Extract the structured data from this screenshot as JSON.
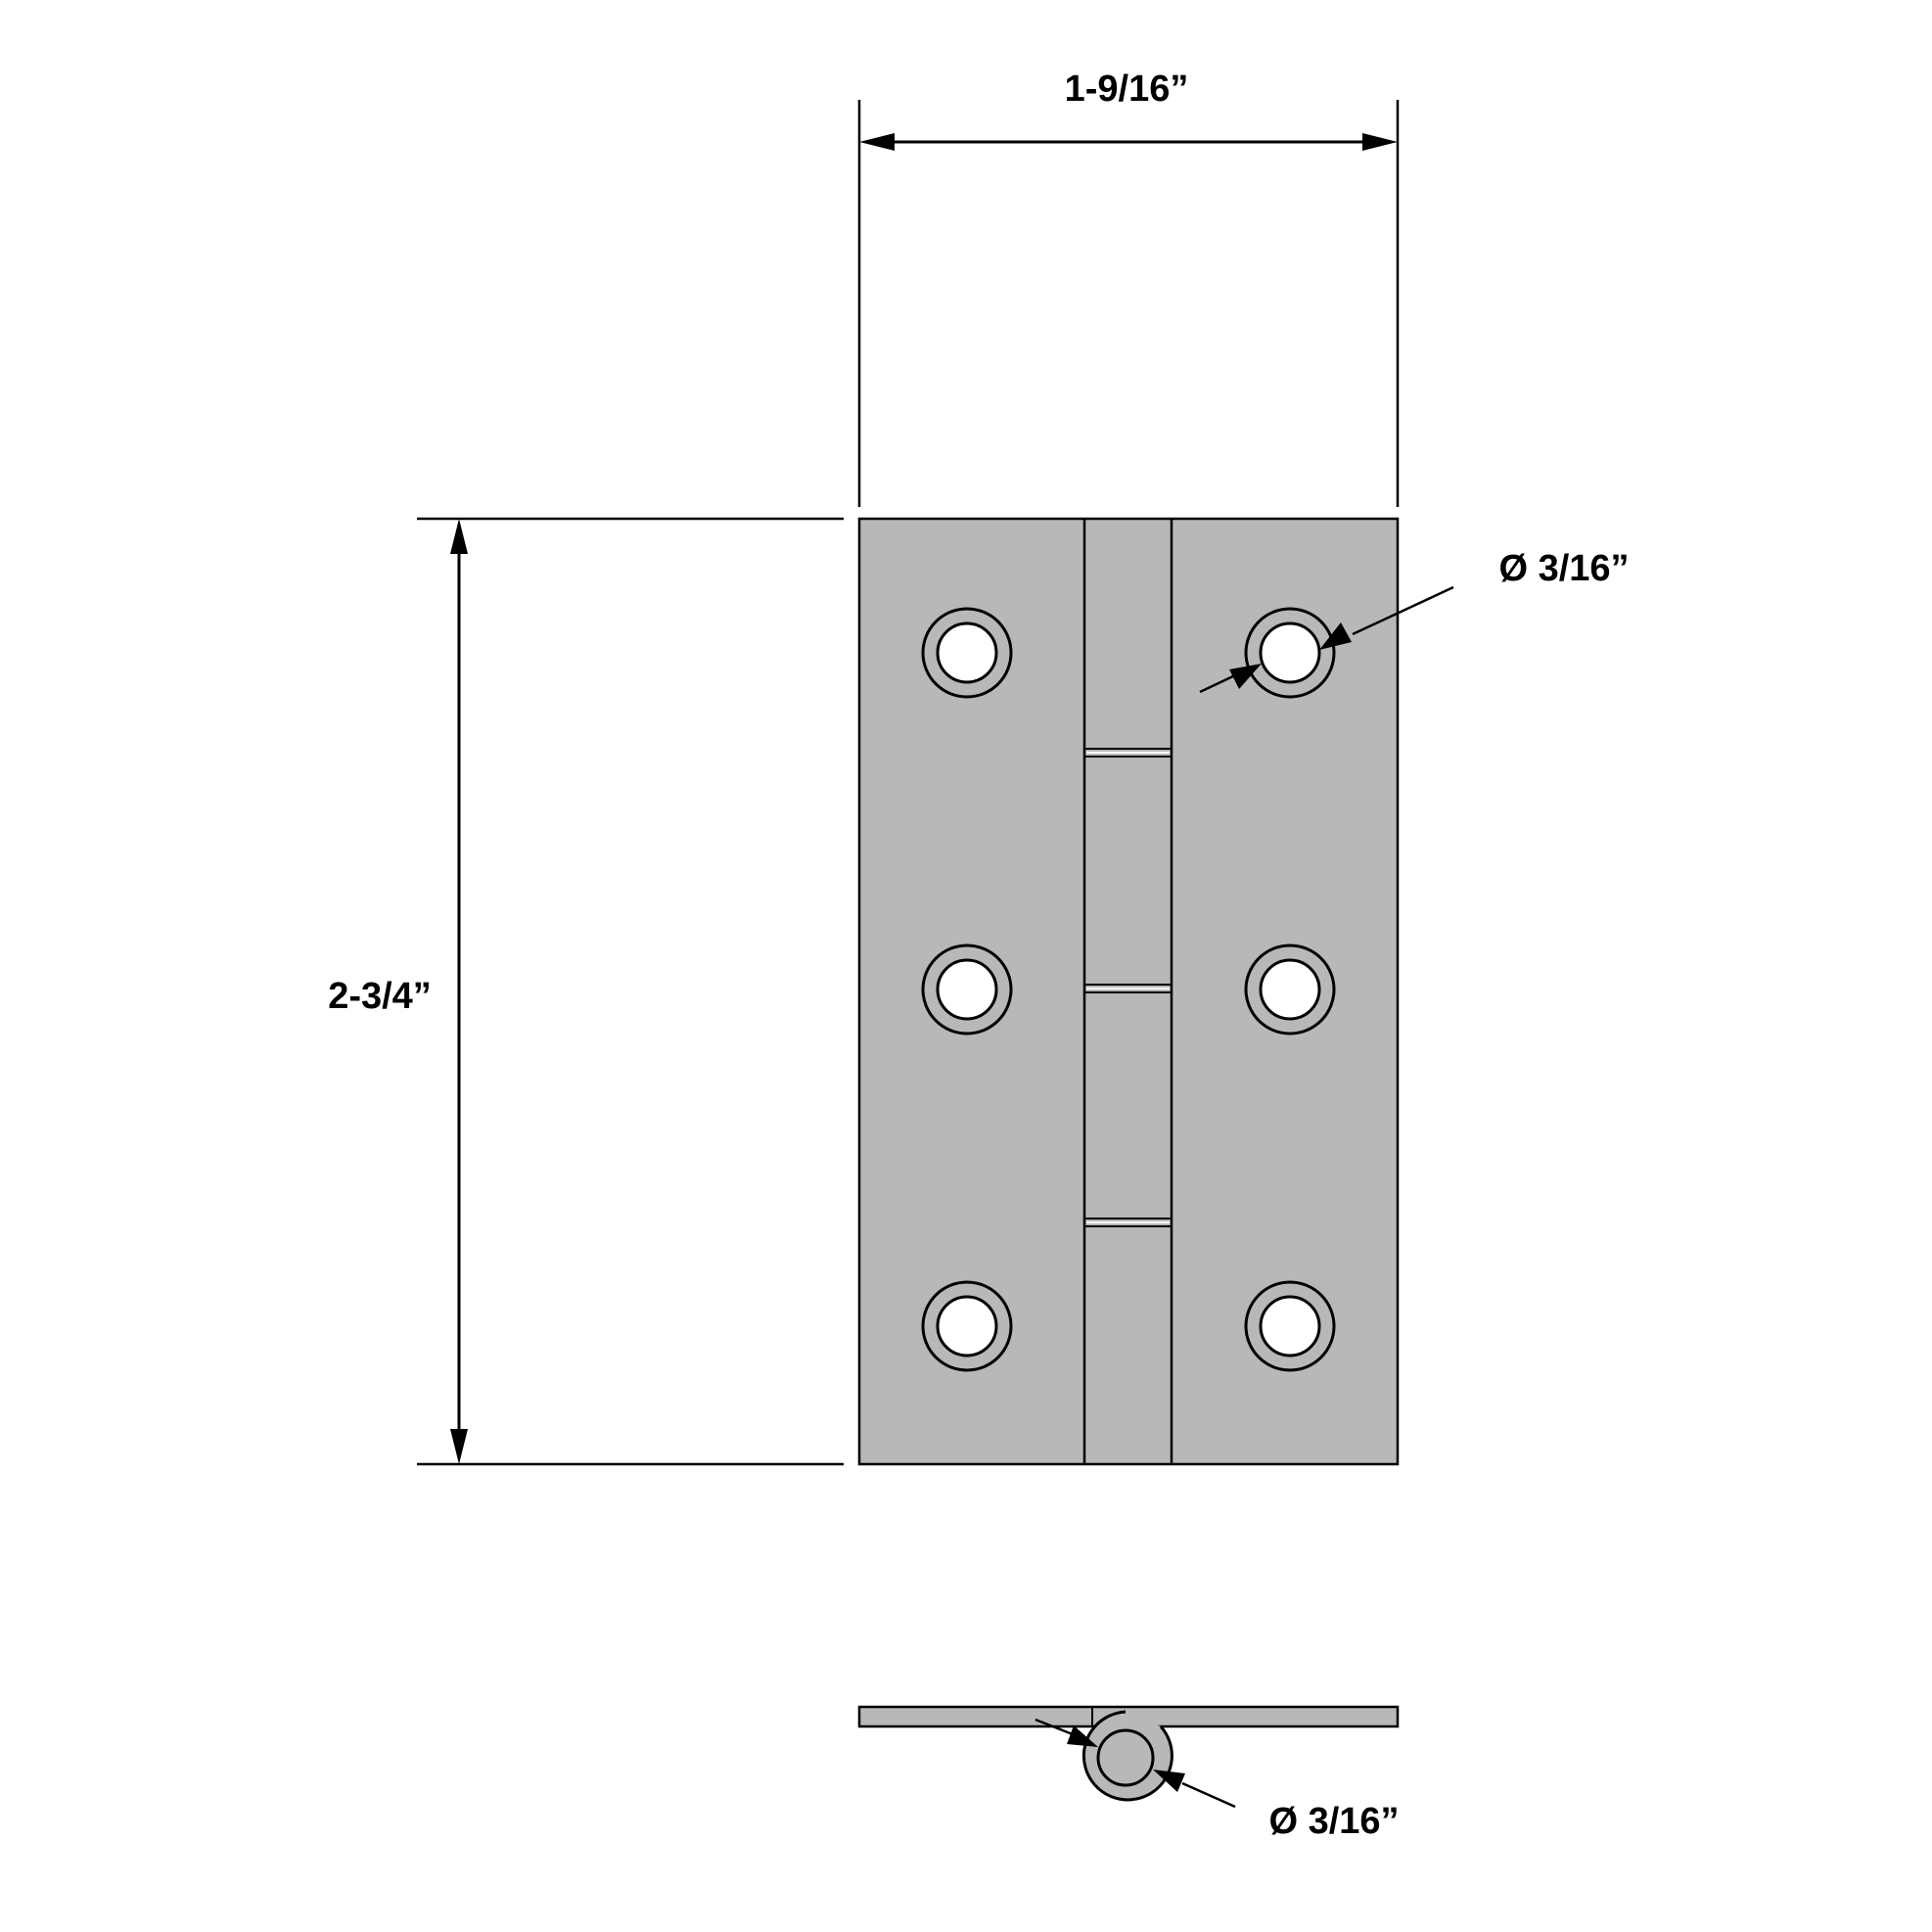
{
  "title": "Butt hinge technical drawing",
  "colors": {
    "plate": "#b8b8b8",
    "line": "#000000",
    "hole": "#ffffff",
    "background": "#ffffff"
  },
  "dimensions": {
    "width": {
      "label": "1-9/16”"
    },
    "height": {
      "label": "2-3/4”"
    },
    "hole_diameter": {
      "label": "Ø 3/16”"
    },
    "pin_diameter": {
      "label": "Ø 3/16”"
    }
  },
  "front_view": {
    "holes_per_leaf": 3,
    "knuckle_segments": 4
  },
  "side_view": {
    "label": "side profile with pin"
  }
}
